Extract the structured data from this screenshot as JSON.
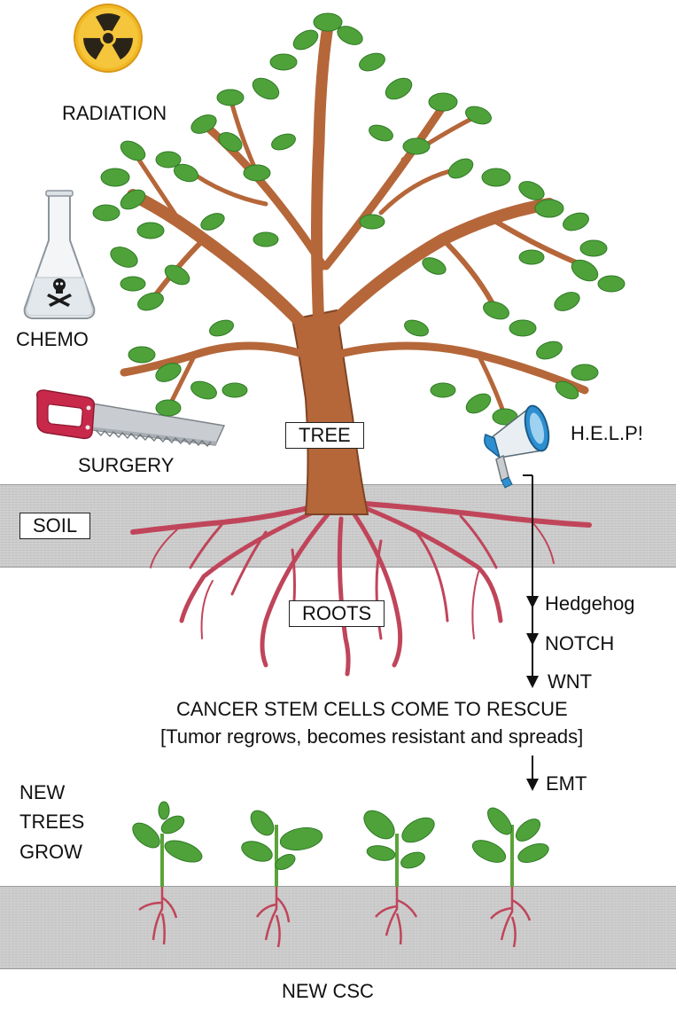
{
  "labels": {
    "radiation": "RADIATION",
    "chemo": "CHEMO",
    "surgery": "SURGERY",
    "tree": "TREE",
    "soil": "SOIL",
    "roots": "ROOTS",
    "help": "H.E.L.P!",
    "pathways": [
      "Hedgehog",
      "NOTCH",
      "WNT"
    ],
    "rescue_line1": "CANCER STEM CELLS COME TO RESCUE",
    "rescue_line2": "[Tumor regrows, becomes resistant and spreads]",
    "emt": "EMT",
    "new_trees": [
      "NEW",
      "TREES",
      "GROW"
    ],
    "new_csc": "NEW CSC"
  },
  "icons": [
    "radiation-icon",
    "flask-skull-icon",
    "saw-icon",
    "megaphone-icon",
    "tree-illustration",
    "seedling-icon"
  ],
  "colors": {
    "leaf": "#4fa23a",
    "leaf_dark": "#2f7a25",
    "branch": "#b5673a",
    "root": "#c0455a",
    "soil": "#cdcdcd",
    "radiation_yellow": "#f2b824",
    "saw_red": "#c8294a",
    "megaphone_blue": "#2d8fd0"
  }
}
